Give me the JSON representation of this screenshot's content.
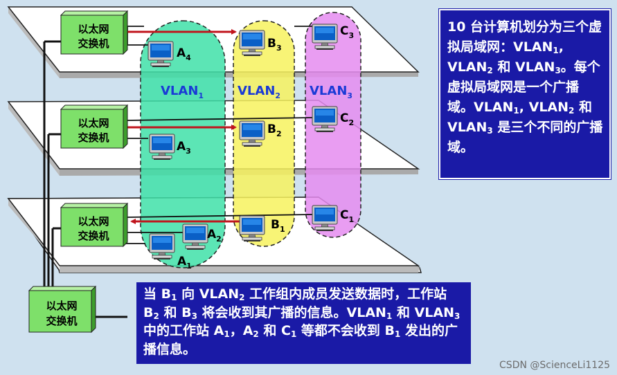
{
  "switches": {
    "label_line1": "以太网",
    "label_line2": "交换机"
  },
  "vlans": [
    {
      "base": "VLAN",
      "sub": "1",
      "color": "#3fe0a8"
    },
    {
      "base": "VLAN",
      "sub": "2",
      "color": "#f7f25e"
    },
    {
      "base": "VLAN",
      "sub": "3",
      "color": "#e58cf0"
    }
  ],
  "stations": [
    {
      "base": "A",
      "sub": "4"
    },
    {
      "base": "B",
      "sub": "3"
    },
    {
      "base": "C",
      "sub": "3"
    },
    {
      "base": "A",
      "sub": "3"
    },
    {
      "base": "B",
      "sub": "2"
    },
    {
      "base": "C",
      "sub": "2"
    },
    {
      "base": "A",
      "sub": "2"
    },
    {
      "base": "A",
      "sub": "1"
    },
    {
      "base": "B",
      "sub": "1"
    },
    {
      "base": "C",
      "sub": "1"
    }
  ],
  "info_box": {
    "segments": [
      {
        "t": "10 台计算机划分为三个虚拟局域网：VLAN"
      },
      {
        "sub": "1"
      },
      {
        "t": ", VLAN"
      },
      {
        "sub": "2"
      },
      {
        "t": " 和 VLAN"
      },
      {
        "sub": "3"
      },
      {
        "t": "。每个虚拟局域网是一个广播域。VLAN"
      },
      {
        "sub": "1"
      },
      {
        "t": ", VLAN"
      },
      {
        "sub": "2"
      },
      {
        "t": " 和 VLAN"
      },
      {
        "sub": "3"
      },
      {
        "t": " 是三个不同的广播域。"
      }
    ]
  },
  "note_box": {
    "segments": [
      {
        "t": "当 B"
      },
      {
        "sub": "1"
      },
      {
        "t": " 向 VLAN"
      },
      {
        "sub": "2"
      },
      {
        "t": " 工作组内成员发送数据时，工作站 B"
      },
      {
        "sub": "2"
      },
      {
        "t": " 和 B"
      },
      {
        "sub": "3"
      },
      {
        "t": " 将会收到其广播的信息。VLAN"
      },
      {
        "sub": "1"
      },
      {
        "t": " 和 VLAN"
      },
      {
        "sub": "3"
      },
      {
        "t": " 中的工作站 A"
      },
      {
        "sub": "1"
      },
      {
        "t": "，A"
      },
      {
        "sub": "2"
      },
      {
        "t": " 和 C"
      },
      {
        "sub": "1"
      },
      {
        "t": " 等都不会收到 B"
      },
      {
        "sub": "1"
      },
      {
        "t": " 发出的广播信息。"
      }
    ]
  },
  "watermark": "CSDN @ScienceLi1125",
  "colors": {
    "background": "#cfe1ef",
    "text_box": "#1a1aa6",
    "switch": "#7ee06a",
    "arrow": "#c0141c"
  }
}
